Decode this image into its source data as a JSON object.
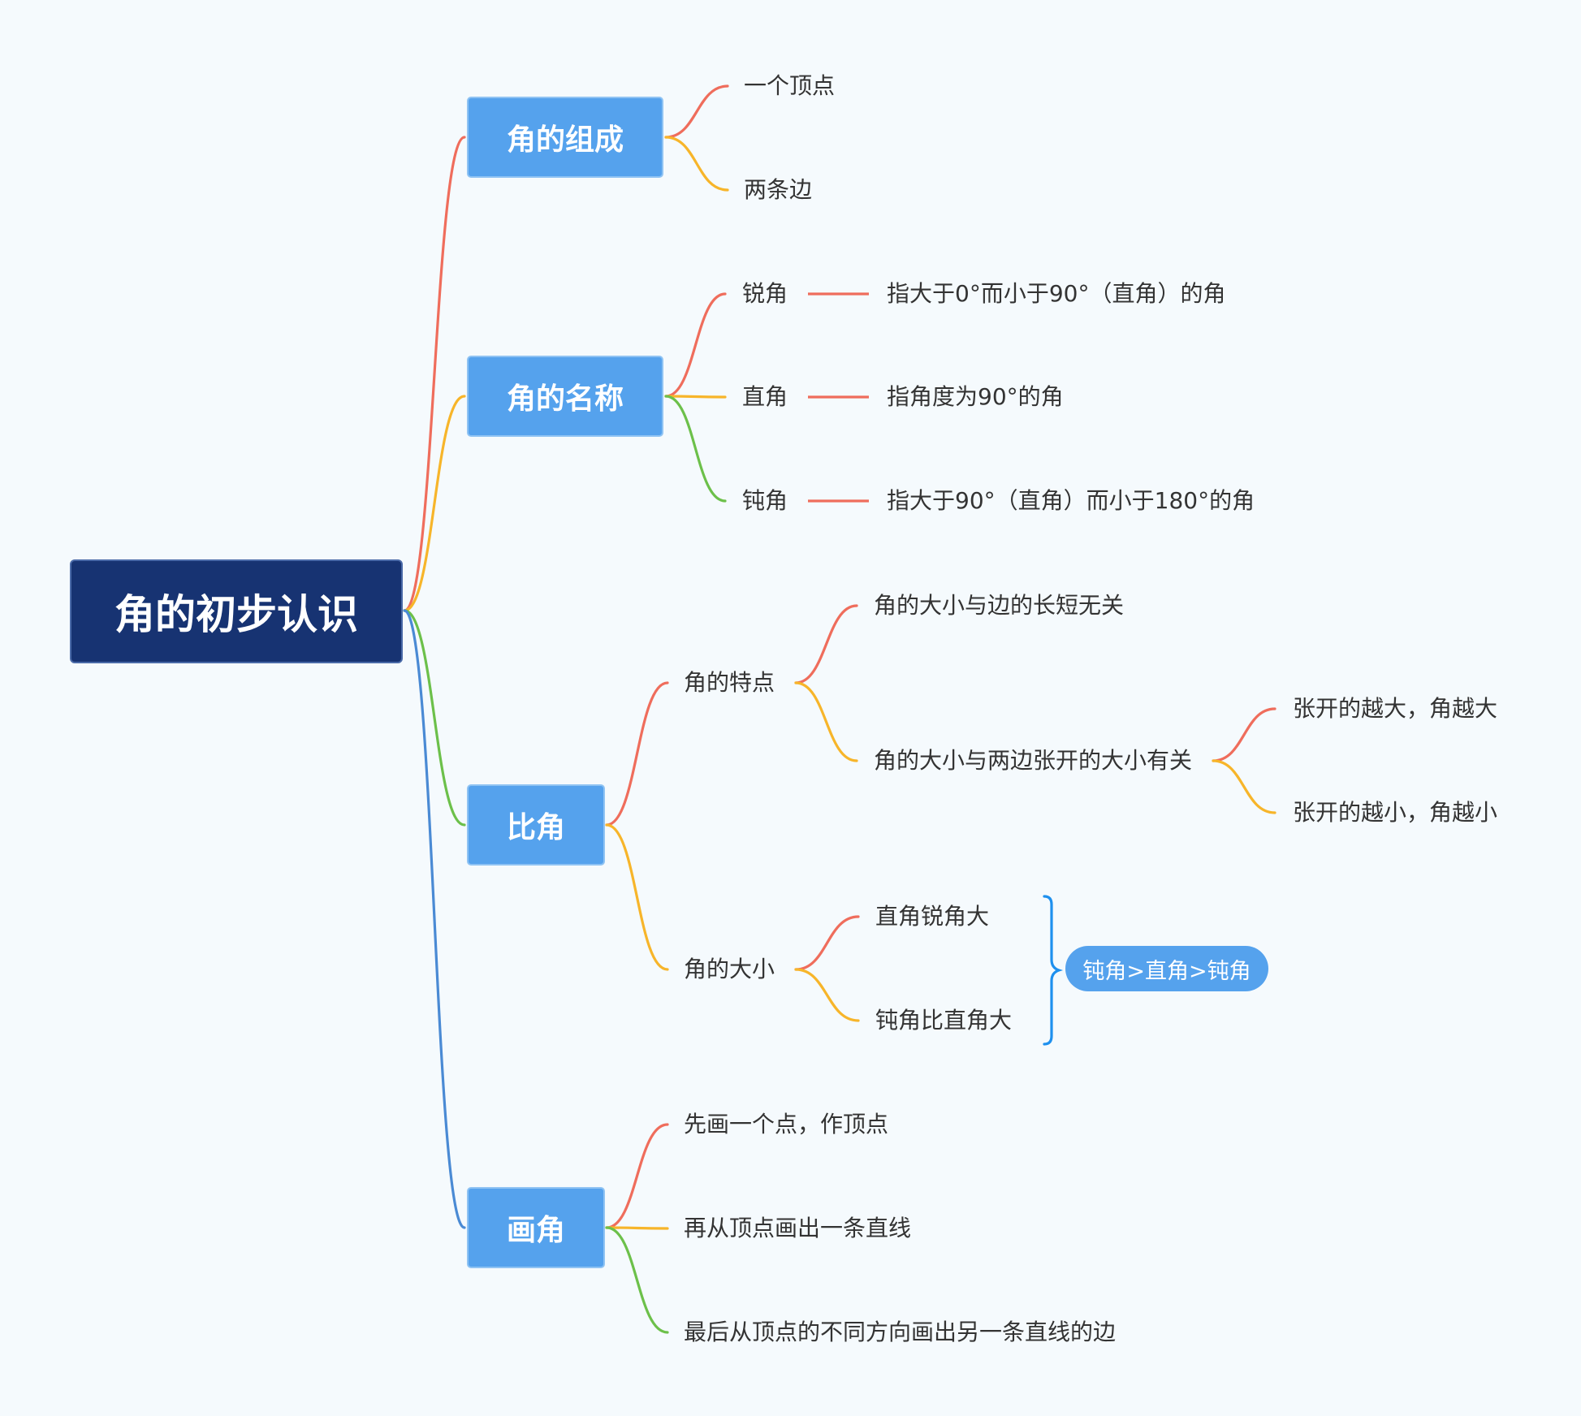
{
  "root": {
    "label": "角的初步认识"
  },
  "branches": [
    {
      "label": "角的组成",
      "children": [
        {
          "label": "一个顶点"
        },
        {
          "label": "两条边"
        }
      ]
    },
    {
      "label": "角的名称",
      "children": [
        {
          "label": "锐角",
          "note": "指大于0°而小于90°（直角）的角"
        },
        {
          "label": "直角",
          "note": "指角度为90°的角"
        },
        {
          "label": "钝角",
          "note": "指大于90°（直角）而小于180°的角"
        }
      ]
    },
    {
      "label": "比角",
      "children": [
        {
          "label": "角的特点",
          "children": [
            {
              "label": "角的大小与边的长短无关"
            },
            {
              "label": "角的大小与两边张开的大小有关",
              "children": [
                {
                  "label": "张开的越大，角越大"
                },
                {
                  "label": "张开的越小，角越小"
                }
              ]
            }
          ]
        },
        {
          "label": "角的大小",
          "children": [
            {
              "label": "直角锐角大"
            },
            {
              "label": "钝角比直角大"
            }
          ],
          "summary": "钝角>直角>钝角"
        }
      ]
    },
    {
      "label": "画角",
      "children": [
        {
          "label": "先画一个点，作顶点"
        },
        {
          "label": "再从顶点画出一条直线"
        },
        {
          "label": "最后从顶点的不同方向画出另一条直线的边"
        }
      ]
    }
  ],
  "colors": {
    "background": "#f5fafd",
    "root_fill": "#173372",
    "branch_fill": "#55a2ed",
    "red": "#ef6d5c",
    "yellow": "#f7b52a",
    "green": "#6cc04a",
    "blue": "#4a8ad4",
    "brace": "#1e90ee",
    "text": "#333333"
  }
}
